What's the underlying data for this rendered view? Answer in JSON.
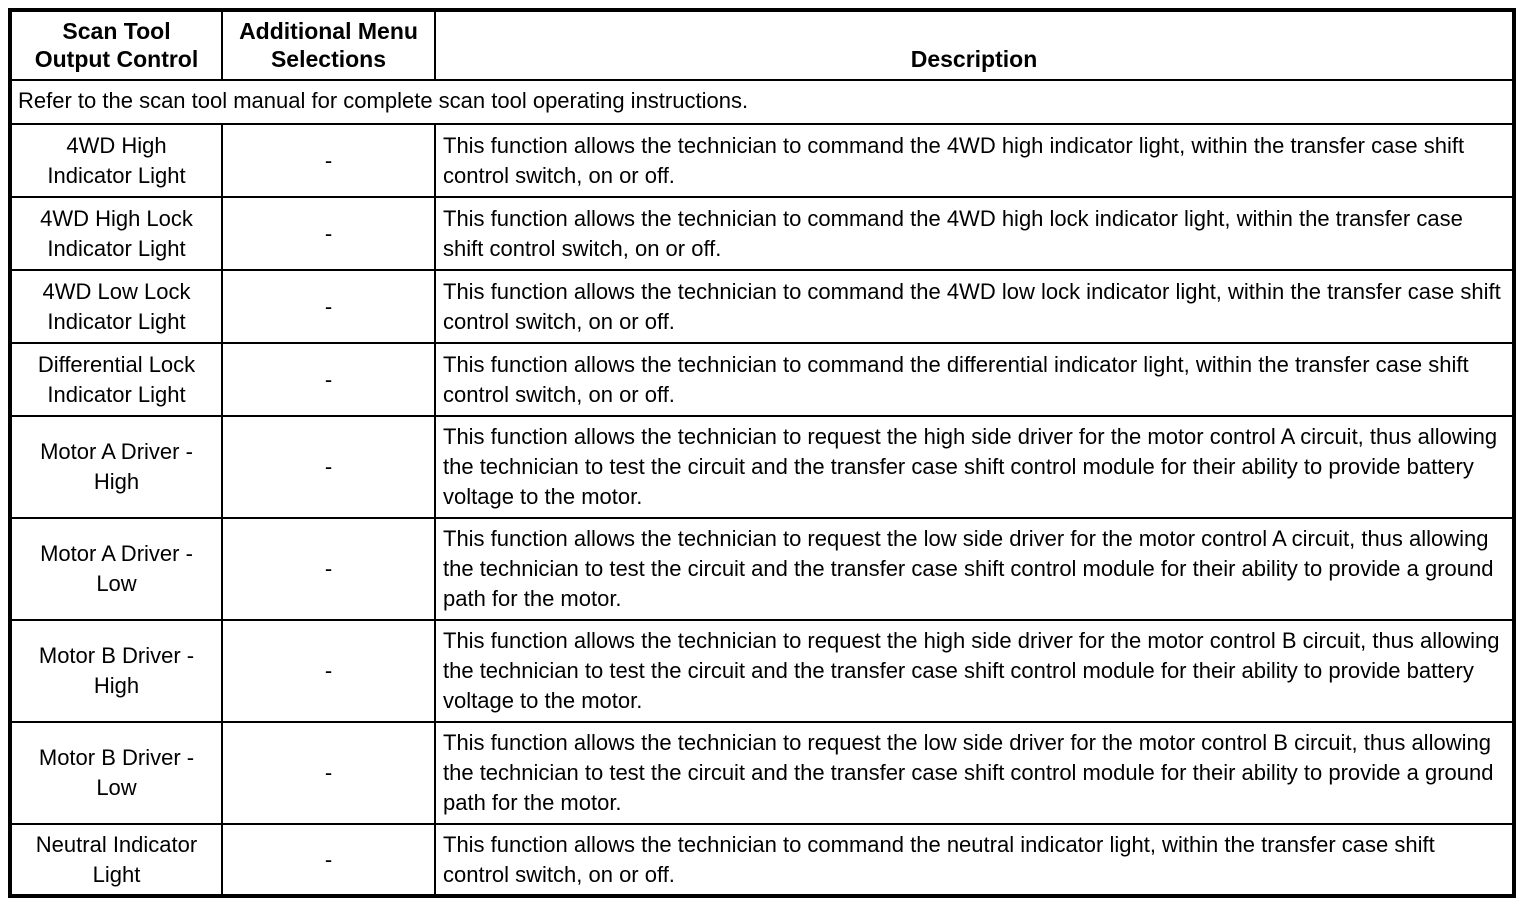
{
  "table": {
    "headers": {
      "scan_tool_output_control": "Scan Tool\nOutput Control",
      "additional_menu_selections": "Additional Menu\nSelections",
      "description": "Description"
    },
    "note": "Refer to the scan tool manual for complete scan tool operating instructions.",
    "rows": [
      {
        "control": "4WD High Indicator Light",
        "menu": "-",
        "description": "This function allows the technician to command the 4WD high indicator light, within the transfer case shift control switch, on or off."
      },
      {
        "control": "4WD High Lock Indicator Light",
        "menu": "-",
        "description": "This function allows the technician to command the 4WD high lock indicator light, within the transfer case shift control switch, on or off."
      },
      {
        "control": "4WD Low Lock Indicator Light",
        "menu": "-",
        "description": "This function allows the technician to command the 4WD low lock indicator light, within the transfer case shift control switch, on or off."
      },
      {
        "control": "Differential Lock Indicator Light",
        "menu": "-",
        "description": "This function allows the technician to command the differential indicator light, within the transfer case shift control switch, on or off."
      },
      {
        "control": "Motor A Driver - High",
        "menu": "-",
        "description": "This function allows the technician to request the high side driver for the motor control A circuit, thus allowing the technician to test the circuit and the transfer case shift control module for their ability to provide battery voltage to the motor."
      },
      {
        "control": "Motor A Driver - Low",
        "menu": "-",
        "description": "This function allows the technician to request the low side driver for the motor control A circuit, thus allowing the technician to test the circuit and the transfer case shift control module for their ability to provide a ground path for the motor."
      },
      {
        "control": "Motor B Driver - High",
        "menu": "-",
        "description": "This function allows the technician to request the high side driver for the motor control B circuit, thus allowing the technician to test the circuit and the transfer case shift control module for their ability to provide battery voltage to the motor."
      },
      {
        "control": "Motor B Driver - Low",
        "menu": "-",
        "description": "This function allows the technician to request the low side driver for the motor control B circuit, thus allowing the technician to test the circuit and the transfer case shift control module for their ability to provide a ground path for the motor."
      },
      {
        "control": "Neutral Indicator Light",
        "menu": "-",
        "description": "This function allows the technician to command the neutral indicator light, within the transfer case shift control switch, on or off."
      }
    ]
  }
}
